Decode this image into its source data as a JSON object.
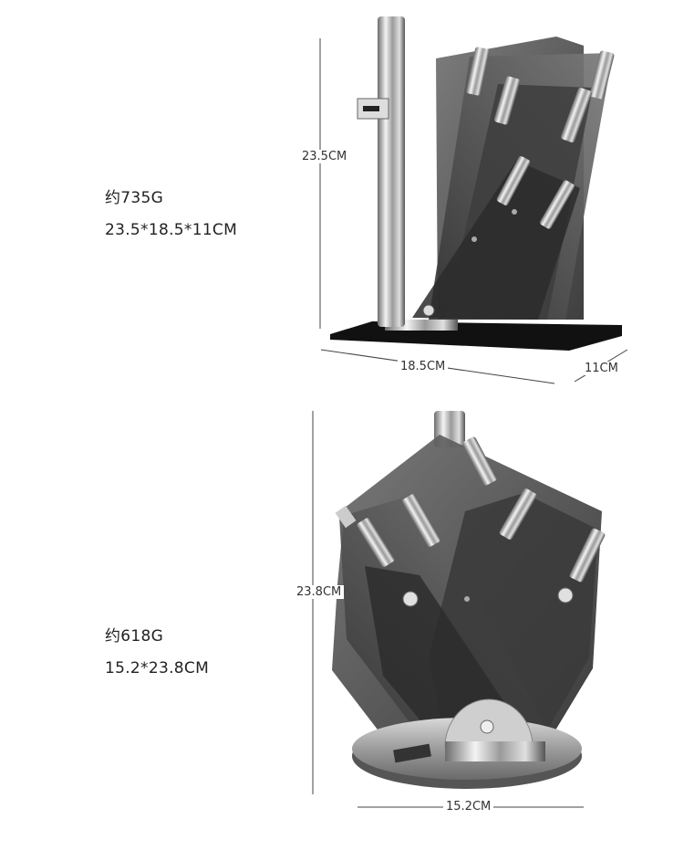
{
  "product1": {
    "weight": "约735G",
    "size": "23.5*18.5*11CM",
    "dim_height": "23.5CM",
    "dim_width": "18.5CM",
    "dim_depth": "11CM"
  },
  "product2": {
    "weight": "约618G",
    "size": "15.2*23.8CM",
    "dim_height": "23.8CM",
    "dim_width": "15.2CM"
  }
}
